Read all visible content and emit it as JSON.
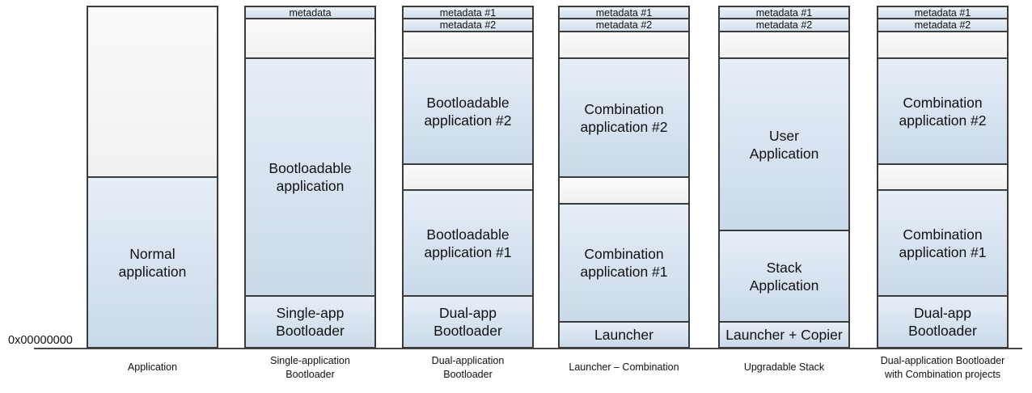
{
  "address_label": "0x00000000",
  "columns": [
    {
      "caption": "Application",
      "blocks": [
        {
          "kind": "empty",
          "text": ""
        },
        {
          "kind": "fill",
          "text": "Normal\napplication"
        }
      ]
    },
    {
      "caption": "Single-application\nBootloader",
      "blocks": [
        {
          "kind": "meta",
          "text": "metadata"
        },
        {
          "kind": "empty",
          "text": ""
        },
        {
          "kind": "fill",
          "text": "Bootloadable\napplication"
        },
        {
          "kind": "fill",
          "text": "Single-app\nBootloader"
        }
      ]
    },
    {
      "caption": "Dual-application\nBootloader",
      "blocks": [
        {
          "kind": "meta",
          "text": "metadata #1"
        },
        {
          "kind": "meta",
          "text": "metadata #2"
        },
        {
          "kind": "empty",
          "text": ""
        },
        {
          "kind": "fill",
          "text": "Bootloadable\napplication #2"
        },
        {
          "kind": "empty",
          "text": ""
        },
        {
          "kind": "fill",
          "text": "Bootloadable\napplication #1"
        },
        {
          "kind": "fill",
          "text": "Dual-app\nBootloader"
        }
      ]
    },
    {
      "caption": "Launcher – Combination",
      "blocks": [
        {
          "kind": "meta",
          "text": "metadata #1"
        },
        {
          "kind": "meta",
          "text": "metadata #2"
        },
        {
          "kind": "empty",
          "text": ""
        },
        {
          "kind": "fill",
          "text": "Combination\napplication #2"
        },
        {
          "kind": "empty",
          "text": ""
        },
        {
          "kind": "fill",
          "text": "Combination\napplication #1"
        },
        {
          "kind": "fill",
          "text": "Launcher"
        }
      ]
    },
    {
      "caption": "Upgradable Stack",
      "blocks": [
        {
          "kind": "meta",
          "text": "metadata #1"
        },
        {
          "kind": "meta",
          "text": "metadata #2"
        },
        {
          "kind": "empty",
          "text": ""
        },
        {
          "kind": "fill",
          "text": "User\nApplication"
        },
        {
          "kind": "fill",
          "text": "Stack\nApplication"
        },
        {
          "kind": "fill",
          "text": "Launcher + Copier"
        }
      ]
    },
    {
      "caption": "Dual-application Bootloader\nwith Combination projects",
      "blocks": [
        {
          "kind": "meta",
          "text": "metadata #1"
        },
        {
          "kind": "meta",
          "text": "metadata #2"
        },
        {
          "kind": "empty",
          "text": ""
        },
        {
          "kind": "fill",
          "text": "Combination\napplication #2"
        },
        {
          "kind": "empty",
          "text": ""
        },
        {
          "kind": "fill",
          "text": "Combination\napplication #1"
        },
        {
          "kind": "fill",
          "text": "Dual-app\nBootloader"
        }
      ]
    }
  ]
}
